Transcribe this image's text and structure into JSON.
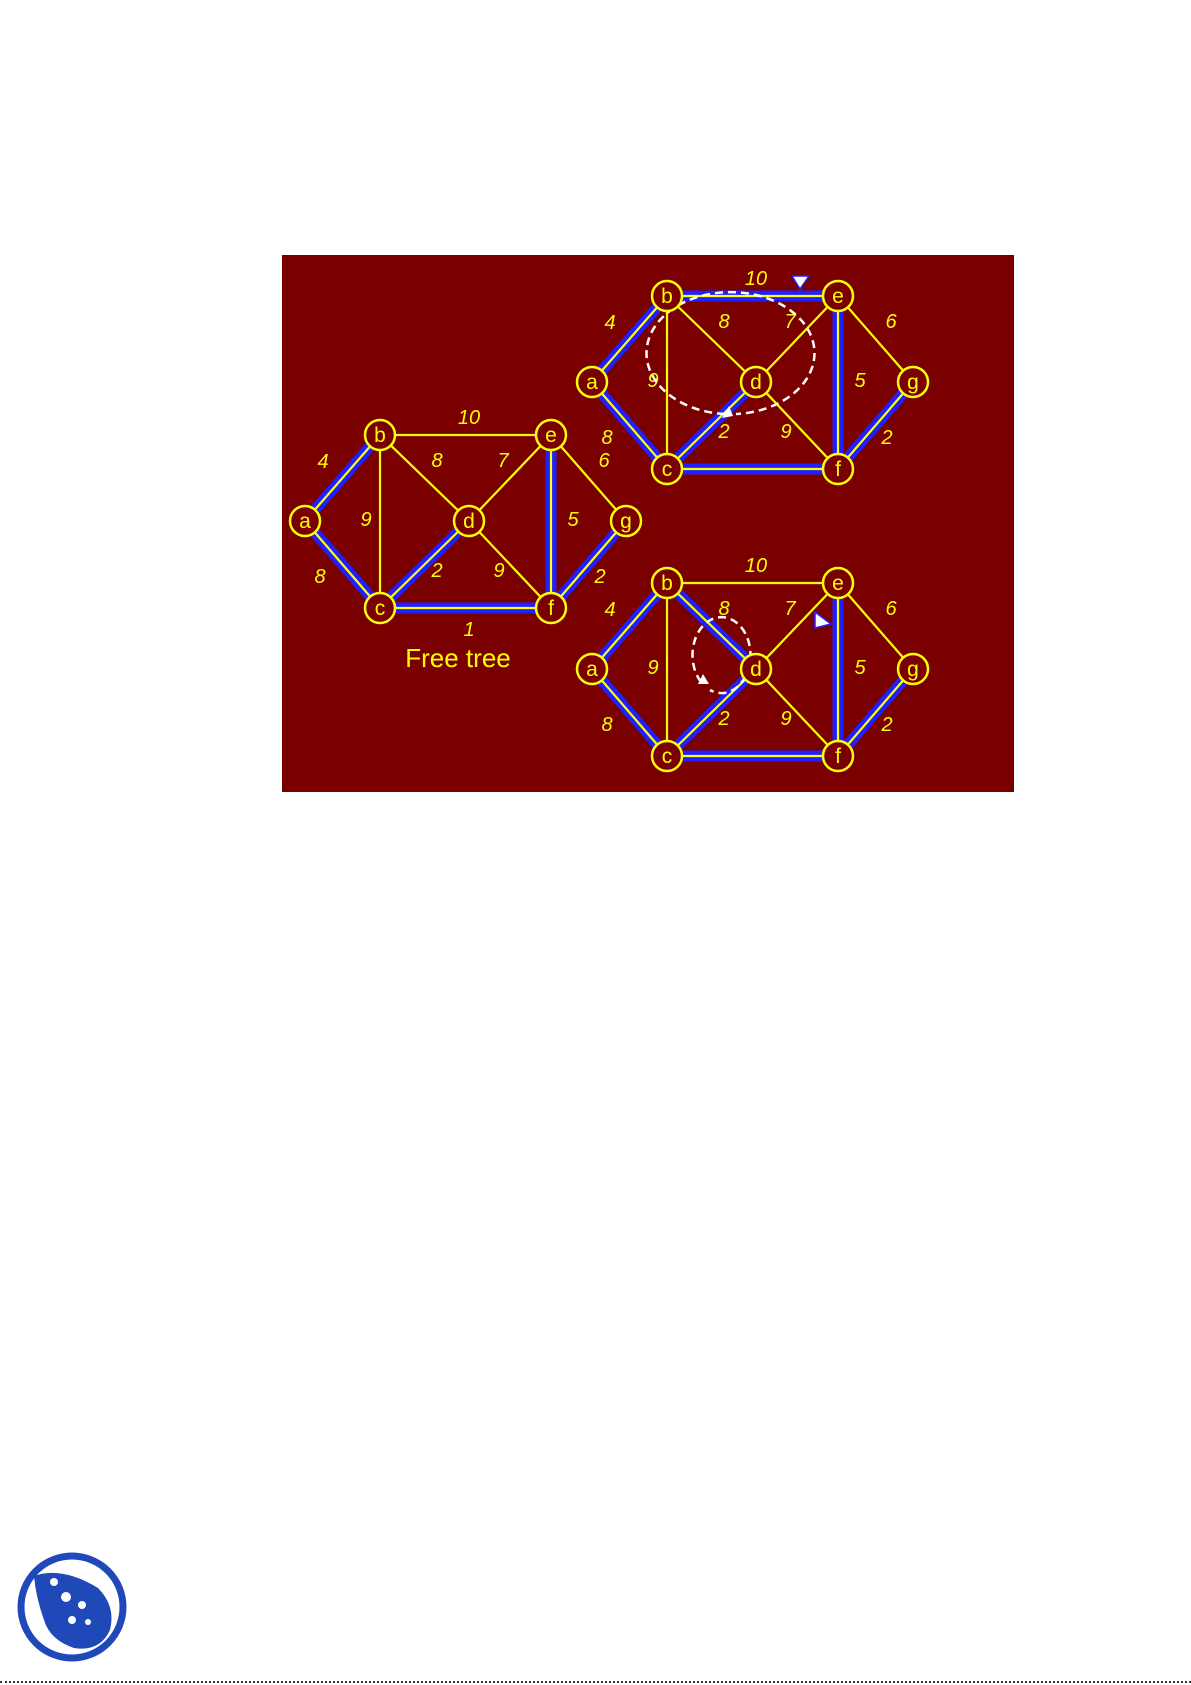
{
  "colors": {
    "panel": "#7a0000",
    "edge": "#ffff00",
    "tree_edge": "#1f1fff",
    "node": "#ffff00",
    "cycle": "#ffffff",
    "logo": "#1f49b8"
  },
  "edges": [
    {
      "id": "ab",
      "from": "a",
      "to": "b",
      "weight": "4"
    },
    {
      "id": "be",
      "from": "b",
      "to": "e",
      "weight": "10"
    },
    {
      "id": "bd",
      "from": "b",
      "to": "d",
      "weight": "8"
    },
    {
      "id": "bc",
      "from": "b",
      "to": "c",
      "weight": "9"
    },
    {
      "id": "ac",
      "from": "a",
      "to": "c",
      "weight": "8"
    },
    {
      "id": "ed",
      "from": "e",
      "to": "d",
      "weight": "7"
    },
    {
      "id": "eg",
      "from": "e",
      "to": "g",
      "weight": "6"
    },
    {
      "id": "ef",
      "from": "e",
      "to": "f",
      "weight": "5"
    },
    {
      "id": "cd",
      "from": "c",
      "to": "d",
      "weight": "2"
    },
    {
      "id": "df",
      "from": "d",
      "to": "f",
      "weight": "9"
    },
    {
      "id": "cf",
      "from": "c",
      "to": "f",
      "weight": "1"
    },
    {
      "id": "fg",
      "from": "f",
      "to": "g",
      "weight": "2"
    }
  ],
  "graphs": [
    {
      "id": "free-tree",
      "caption": "Free tree",
      "tree_edges": [
        "ab",
        "ac",
        "cd",
        "cf",
        "ef",
        "fg"
      ],
      "hidden_weights": [],
      "marker": null,
      "cycle": null
    },
    {
      "id": "top-right",
      "caption": "",
      "tree_edges": [
        "ab",
        "ac",
        "cd",
        "cf",
        "ef",
        "fg",
        "be"
      ],
      "hidden_weights": [
        "cf"
      ],
      "marker": {
        "edge": "be"
      },
      "cycle": {
        "shape": "ellipse"
      }
    },
    {
      "id": "bottom-right",
      "caption": "",
      "tree_edges": [
        "ab",
        "ac",
        "cd",
        "cf",
        "ef",
        "fg",
        "bd"
      ],
      "hidden_weights": [
        "cf"
      ],
      "marker": {
        "edge": "bd"
      },
      "cycle": {
        "shape": "small-ellipse"
      }
    }
  ]
}
